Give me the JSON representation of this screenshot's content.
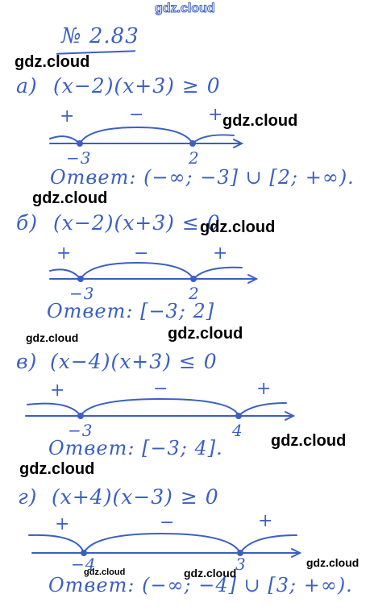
{
  "watermark_top": "gdz.cloud",
  "watermark": "gdz.cloud",
  "problem_number": "№ 2.83",
  "parts": [
    {
      "label": "а)",
      "inequality": "(x−2)(x+3) ≥ 0",
      "signs": [
        "+",
        "−",
        "+"
      ],
      "points": [
        "−3",
        "2"
      ],
      "answer": "Ответ: (−∞; −3] ∪ [2; +∞)."
    },
    {
      "label": "б)",
      "inequality": "(x−2)(x+3) ≤ 0",
      "signs": [
        "+",
        "−",
        "+"
      ],
      "points": [
        "−3",
        "2"
      ],
      "answer": "Ответ: [−3; 2]"
    },
    {
      "label": "в)",
      "inequality": "(x−4)(x+3) ≤ 0",
      "signs": [
        "+",
        "−",
        "+"
      ],
      "points": [
        "−3",
        "4"
      ],
      "answer": "Ответ: [−3; 4]."
    },
    {
      "label": "г)",
      "inequality": "(x+4)(x−3) ≥ 0",
      "signs": [
        "+",
        "−",
        "+"
      ],
      "points": [
        "−4",
        "3"
      ],
      "answer": "Ответ: (−∞; −4] ∪ [3; +∞)."
    }
  ]
}
